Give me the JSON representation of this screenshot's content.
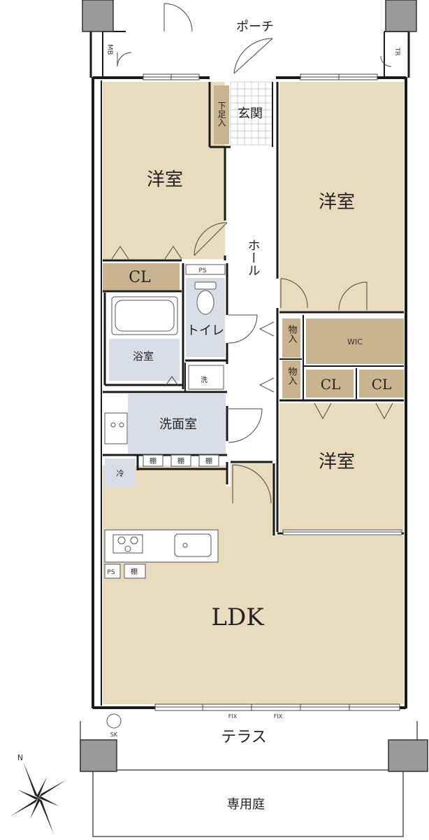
{
  "colors": {
    "wood": "#e9dcbe",
    "storage": "#c9b48f",
    "wet": "#d9dde7",
    "wall": "#1a1a1a",
    "pillar": "#9a9a9a",
    "white": "#ffffff"
  },
  "rooms": {
    "porch": "ポーチ",
    "entrance": "玄関",
    "shoe_box": "下足入",
    "hall": "ホール",
    "western_nw": "洋室",
    "western_ne": "洋室",
    "western_e": "洋室",
    "closet_w": "CL",
    "wic": "WIC",
    "storage_1": "物入",
    "storage_2": "物入",
    "closet_e1": "CL",
    "closet_e2": "CL",
    "bath": "浴室",
    "toilet": "トイレ",
    "washroom": "洗面室",
    "washer": "洗",
    "ldk": "LDK",
    "terrace": "テラス",
    "garden": "専用庭"
  },
  "labels": {
    "mb": "MB",
    "tr": "TR",
    "ps_top": "PS",
    "ps_kitchen": "PS",
    "shelf_1": "棚",
    "shelf_2": "棚",
    "shelf_3": "棚",
    "shelf_kitchen": "棚",
    "fridge": "冷",
    "fix_1": "FIX",
    "fix_2": "FIX",
    "sk": "SK",
    "north": "N"
  }
}
